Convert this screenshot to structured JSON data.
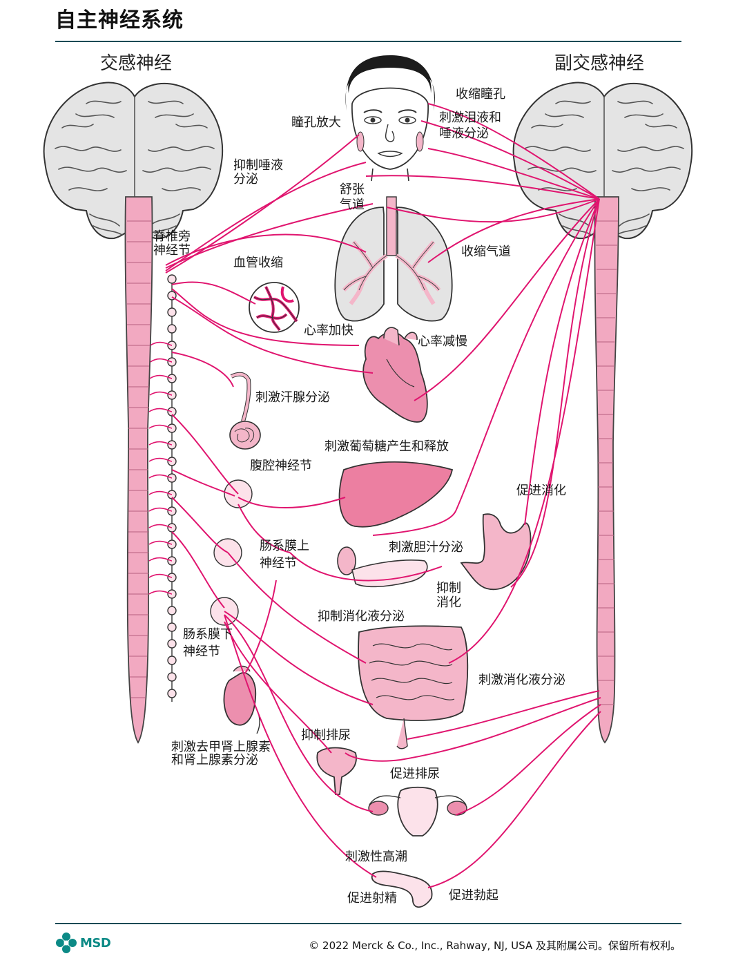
{
  "title": "自主神经系统",
  "sympathetic_header": "交感神经",
  "parasympathetic_header": "副交感神经",
  "labels": {
    "paravertebral_ganglia": [
      "脊椎旁",
      "神经节"
    ],
    "pupil_dilation": "瞳孔放大",
    "pupil_constriction": "收缩瞳孔",
    "tears_saliva": [
      "刺激泪液和",
      "唾液分泌"
    ],
    "inhibit_saliva": [
      "抑制唾液",
      "分泌"
    ],
    "relax_airways": [
      "舒张",
      "气道"
    ],
    "constrict_airways": "收缩气道",
    "vasoconstriction": "血管收缩",
    "heart_rate_up": "心率加快",
    "heart_rate_down": "心率减慢",
    "sweat": "刺激汗腺分泌",
    "celiac_ganglion": "腹腔神经节",
    "glucose": "刺激葡萄糖产生和释放",
    "promote_digestion": "促进消化",
    "superior_mesenteric": [
      "肠系膜上",
      "神经节"
    ],
    "bile": "刺激胆汁分泌",
    "inhibit_digestion": [
      "抑制",
      "消化"
    ],
    "inhibit_digestive_secretion": "抑制消化液分泌",
    "inferior_mesenteric": [
      "肠系膜下",
      "神经节"
    ],
    "stimulate_digestive_secretion": "刺激消化液分泌",
    "adrenal": [
      "刺激去甲肾上腺素",
      "和肾上腺素分泌"
    ],
    "inhibit_urination": "抑制排尿",
    "promote_urination": "促进排尿",
    "orgasm": "刺激性高潮",
    "ejaculation": "促进射精",
    "erection": "促进勃起"
  },
  "footer": {
    "brand": "MSD",
    "copyright": "© 2022 Merck & Co., Inc., Rahway, NJ, USA 及其附属公司。保留所有权利。"
  },
  "colors": {
    "nerve": "#e0156f",
    "spinal_cord": "#f2a9c1",
    "organ_pink": "#f4b6c9",
    "liver": "#ec7fa1",
    "rule": "#0c4a55",
    "brand": "#0c8a86"
  }
}
